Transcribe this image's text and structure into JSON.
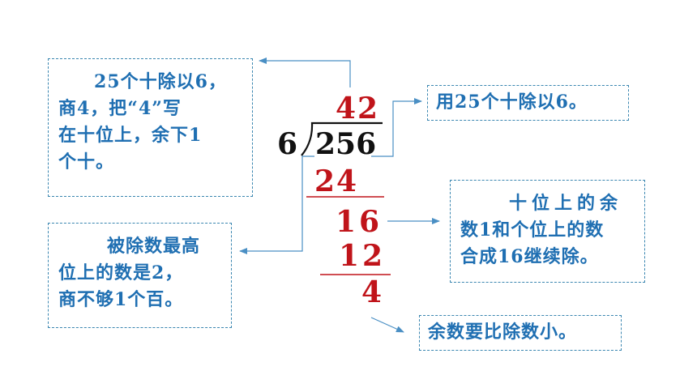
{
  "division": {
    "quotient": "42",
    "divisor": "6",
    "dividend": "256",
    "step1_product": "24",
    "step1_remainder": "16",
    "step2_product": "12",
    "remainder": "4"
  },
  "notes": {
    "left_top": [
      "25个十除以6，",
      "商4，把“4”写",
      "在十位上，余下1",
      "个十。"
    ],
    "left_bottom": [
      "被除数最高",
      "位上的数是2，",
      "商不够1个百。"
    ],
    "right_top": "用25个十除以6。",
    "right_mid": [
      "十位上的余",
      "数1和个位上的数",
      "合成16继续除。"
    ],
    "right_bottom": "余数要比除数小。"
  },
  "colors": {
    "note_text": "#1f6fb2",
    "note_border": "#3a86b0",
    "arrow": "#4a8fc4",
    "red_digits": "#c0141a",
    "black_digits": "#111111"
  }
}
